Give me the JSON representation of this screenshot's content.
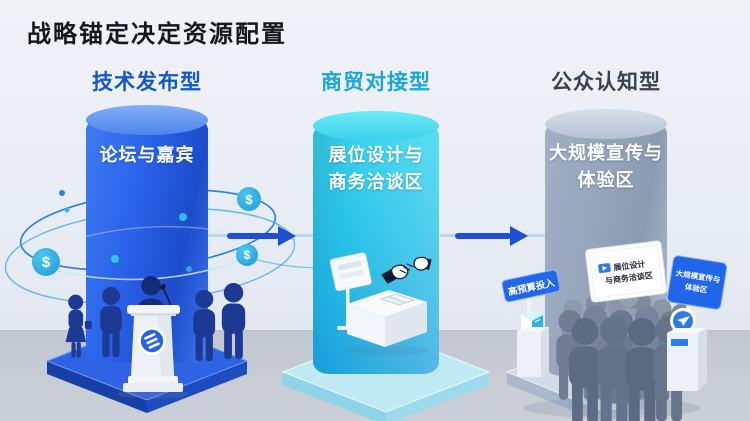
{
  "title": "战略锚定决定资源配置",
  "columns": [
    {
      "header": "技术发布型",
      "label_line1": "论坛与嘉宾",
      "label_line2": ""
    },
    {
      "header": "商贸对接型",
      "label_line1": "展位设计与",
      "label_line2": "商务洽谈区"
    },
    {
      "header": "公众认知型",
      "label_line1": "大规模宣传与",
      "label_line2": "体验区"
    }
  ],
  "decor": {
    "dollar_symbol": "$"
  },
  "stage3": {
    "screen_line1": "展位设计",
    "screen_line2": "与商务洽谈区",
    "left_sign": "高预算投入",
    "right_sign_line1": "大规模宣传与",
    "right_sign_line2": "体验区"
  },
  "colors": {
    "header_tech": "#1457c8",
    "header_trade": "#18a6da",
    "header_public": "#3a4250",
    "pillar_tech": "#2a63ea",
    "pillar_trade": "#28c2e8",
    "pillar_public": "#96a5bb",
    "arrow": "#1d4fd4",
    "dollar_badge": "#2fb1e8",
    "figures_navy": "#1c3a94",
    "crowd_gray": "#76839a"
  }
}
